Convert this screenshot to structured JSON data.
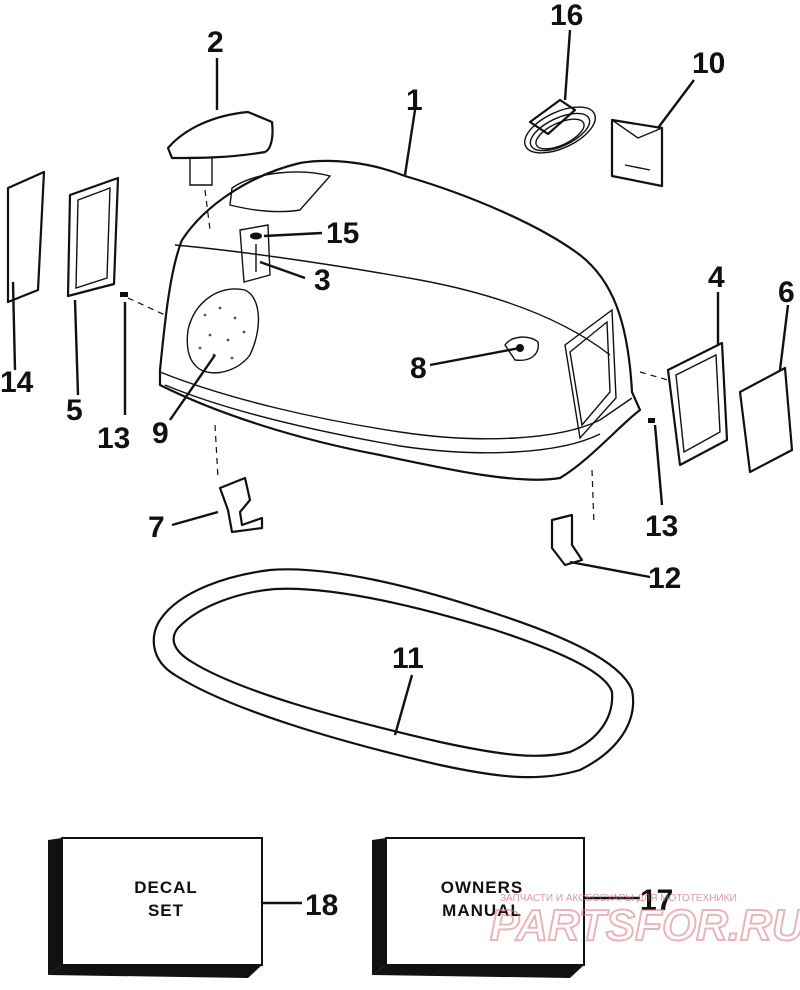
{
  "callouts": {
    "c1": "1",
    "c2": "2",
    "c3": "3",
    "c4": "4",
    "c5": "5",
    "c6": "6",
    "c7": "7",
    "c8": "8",
    "c9": "9",
    "c10": "10",
    "c11": "11",
    "c12": "12",
    "c13a": "13",
    "c13b": "13",
    "c14": "14",
    "c15": "15",
    "c16": "16",
    "c17": "17",
    "c18": "18"
  },
  "boxes": {
    "decal": {
      "line1": "DECAL",
      "line2": "SET"
    },
    "manual": {
      "line1": "OWNERS",
      "line2": "MANUAL"
    }
  },
  "watermark": {
    "brand": "PARTSFOR.RU",
    "tagline": "ЗАПЧАСТИ И АКСЕССУАРЫ ДЛЯ МОТОТЕХНИКИ"
  }
}
